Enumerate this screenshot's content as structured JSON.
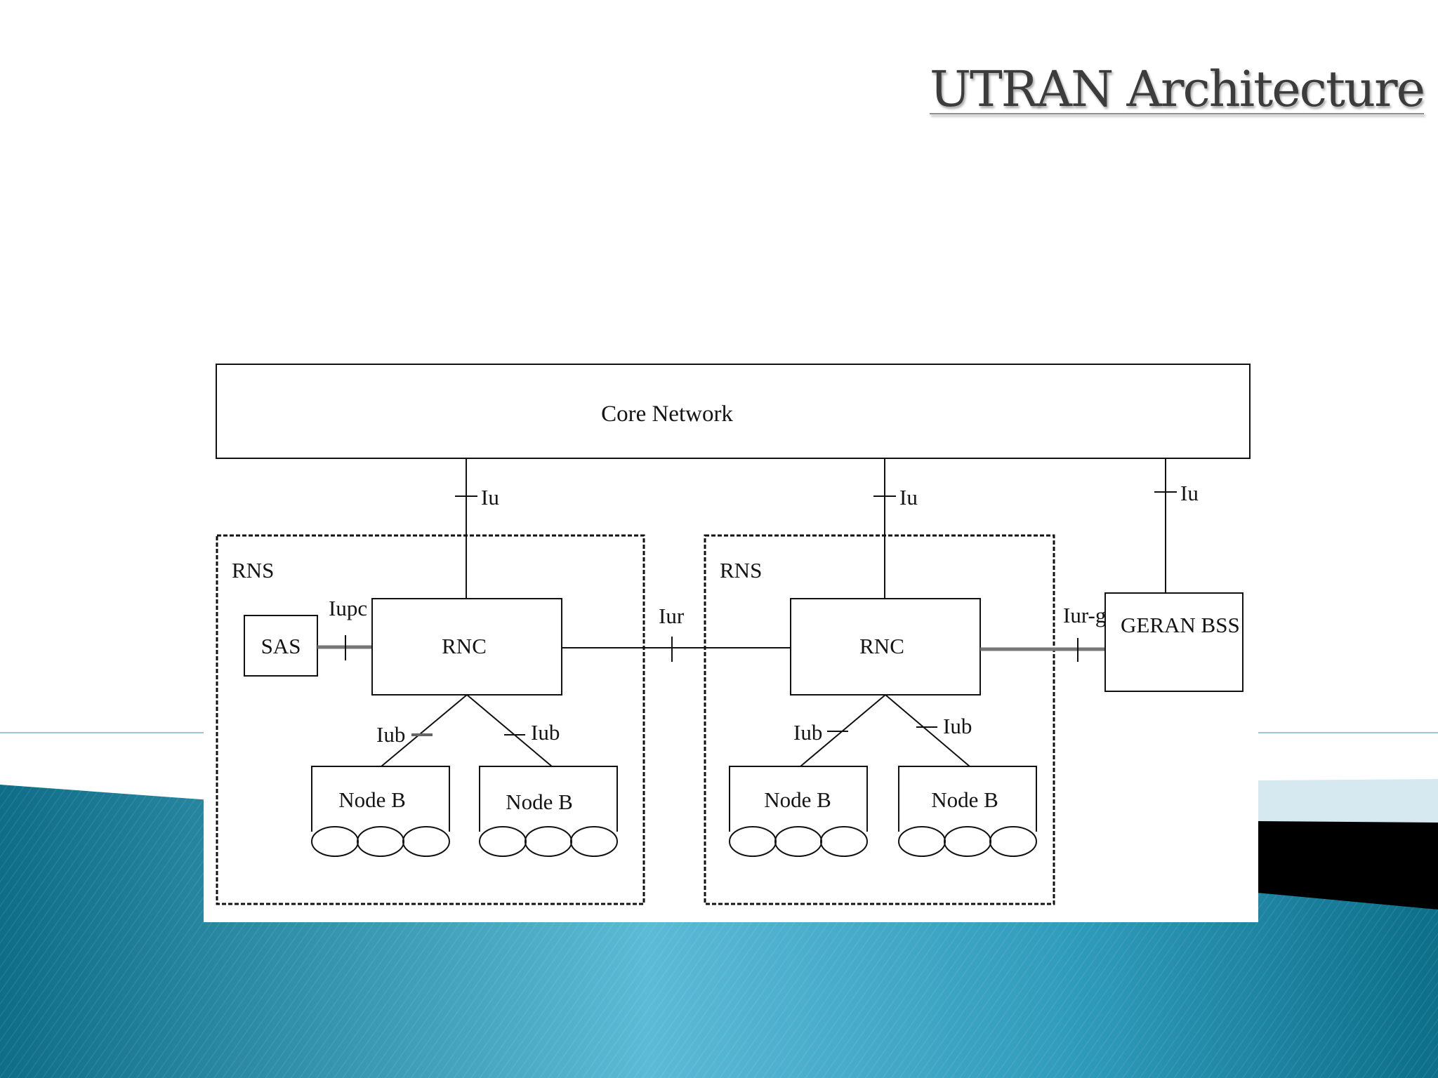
{
  "slide": {
    "title": "UTRAN Architecture",
    "colors": {
      "teal_dark": "#0d6f89",
      "teal_light": "#5fbad6",
      "accent_pale": "#d6e9f0",
      "band_black": "#000000",
      "rule_line": "#9cc7d6"
    }
  },
  "diagram": {
    "core_network": "Core Network",
    "rns_left": {
      "label": "RNS",
      "rnc": "RNC",
      "sas": "SAS",
      "iupc": "Iupc",
      "node_b_1": "Node B",
      "node_b_2": "Node B",
      "iub_1": "Iub",
      "iub_2": "Iub"
    },
    "rns_right": {
      "label": "RNS",
      "rnc": "RNC",
      "node_b_1": "Node B",
      "node_b_2": "Node B",
      "iub_1": "Iub",
      "iub_2": "Iub"
    },
    "geran_bss": "GERAN BSS",
    "iu_left": "Iu",
    "iu_middle": "Iu",
    "iu_right": "Iu",
    "iur": "Iur",
    "iur_g": "Iur-g"
  }
}
